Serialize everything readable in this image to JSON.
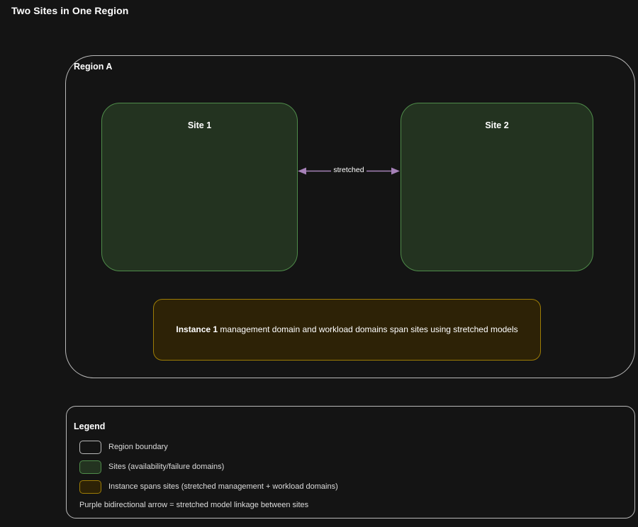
{
  "title": "Two Sites in One Region",
  "region": {
    "label": "Region A",
    "boundary_color": "#b9b9b9"
  },
  "sites": [
    {
      "label": "Site 1",
      "fill": "#233320",
      "border": "#4f8c4a"
    },
    {
      "label": "Site 2",
      "fill": "#233320",
      "border": "#4f8c4a"
    }
  ],
  "link": {
    "label": "stretched",
    "color": "#a681b8",
    "direction": "bidirectional"
  },
  "instance": {
    "name": "Instance 1",
    "description": "management domain and workload domains span sites using stretched models",
    "fill": "#2d2206",
    "border": "#9d7d06"
  },
  "legend": {
    "title": "Legend",
    "items": [
      {
        "swatch": "region",
        "label": "Region boundary"
      },
      {
        "swatch": "site",
        "label": "Sites (availability/failure domains)"
      },
      {
        "swatch": "instance",
        "label": "Instance spans sites (stretched management + workload domains)"
      }
    ],
    "note": "Purple bidirectional arrow = stretched model linkage between sites"
  }
}
